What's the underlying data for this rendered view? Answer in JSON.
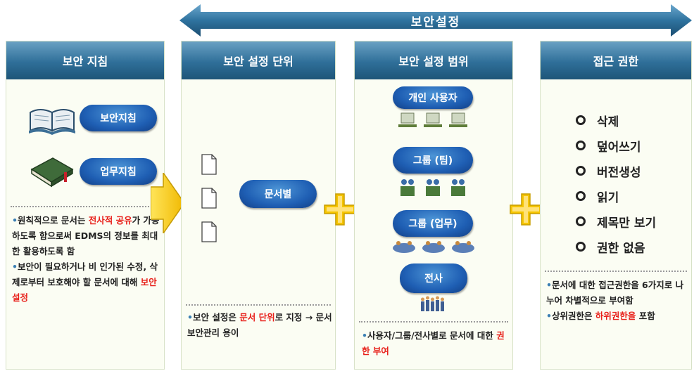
{
  "top_arrow": {
    "label": "보안설정"
  },
  "columns": [
    {
      "title": "보안 지침",
      "items": [
        {
          "label": "보안지침",
          "icon": "open-book-icon"
        },
        {
          "label": "업무지침",
          "icon": "closed-book-icon"
        }
      ],
      "notes": [
        {
          "segments": [
            {
              "text": "원칙적으로 문서는 "
            },
            {
              "text": "전사적 공유",
              "hl": true
            },
            {
              "text": "가 가능하도록 함으로써 EDMS의 정보를 최대한 활용하도록 함"
            }
          ]
        },
        {
          "segments": [
            {
              "text": "보안이 필요하거나 비 인가된 수정, 삭제로부터 보호해야 할 문서에 대해 "
            },
            {
              "text": "보안 설정",
              "hl": true
            }
          ]
        }
      ]
    },
    {
      "title": "보안 설정 단위",
      "center_label": "문서별",
      "notes": [
        {
          "segments": [
            {
              "text": "보안 설정은 "
            },
            {
              "text": "문서 단위",
              "hl": true
            },
            {
              "text": "로 지정 → 문서 보안관리 용이"
            }
          ]
        }
      ]
    },
    {
      "title": "보안 설정 범위",
      "scopes": [
        "개인 사용자",
        "그룹 (팀)",
        "그룹 (업무)",
        "전사"
      ],
      "notes": [
        {
          "segments": [
            {
              "text": "사용자/그룹/전사별로 문서에 대한 "
            },
            {
              "text": "권한 부여",
              "hl": true
            }
          ]
        }
      ]
    },
    {
      "title": "접근 권한",
      "permissions": [
        "삭제",
        "덮어쓰기",
        "버전생성",
        "읽기",
        "제목만 보기",
        "권한 없음"
      ],
      "notes": [
        {
          "segments": [
            {
              "text": "문서에 대한 접근권한을 6가지로 나누어 차별적으로 부여함"
            }
          ]
        },
        {
          "segments": [
            {
              "text": "상위권한은 "
            },
            {
              "text": "하위권한을",
              "hl": true
            },
            {
              "text": " 포함"
            }
          ]
        }
      ]
    }
  ],
  "colors": {
    "header": "#2f6f99",
    "pill": "#1f5fb4",
    "highlight": "#e8201a",
    "plus": "#f2c200",
    "arrow": "#f3cc12"
  }
}
